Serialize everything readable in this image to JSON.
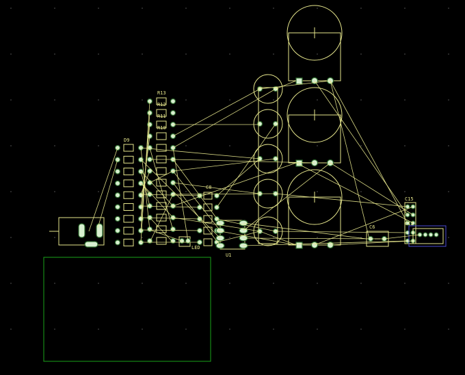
{
  "labels": {
    "r13": "R13",
    "r12": "R12",
    "r11": "R11",
    "r10": "R10",
    "d9": "D9",
    "c8": "C8",
    "c6": "C6",
    "c15": "C15",
    "c12": "C12",
    "led": "LED",
    "u1": "U1"
  },
  "colors": {
    "background": "#000000",
    "silkscreen": "#e6e68c",
    "pad_fill": "#d8f0d0",
    "board_outline": "#1aa31a",
    "connector_outline": "#4b4bd6"
  }
}
